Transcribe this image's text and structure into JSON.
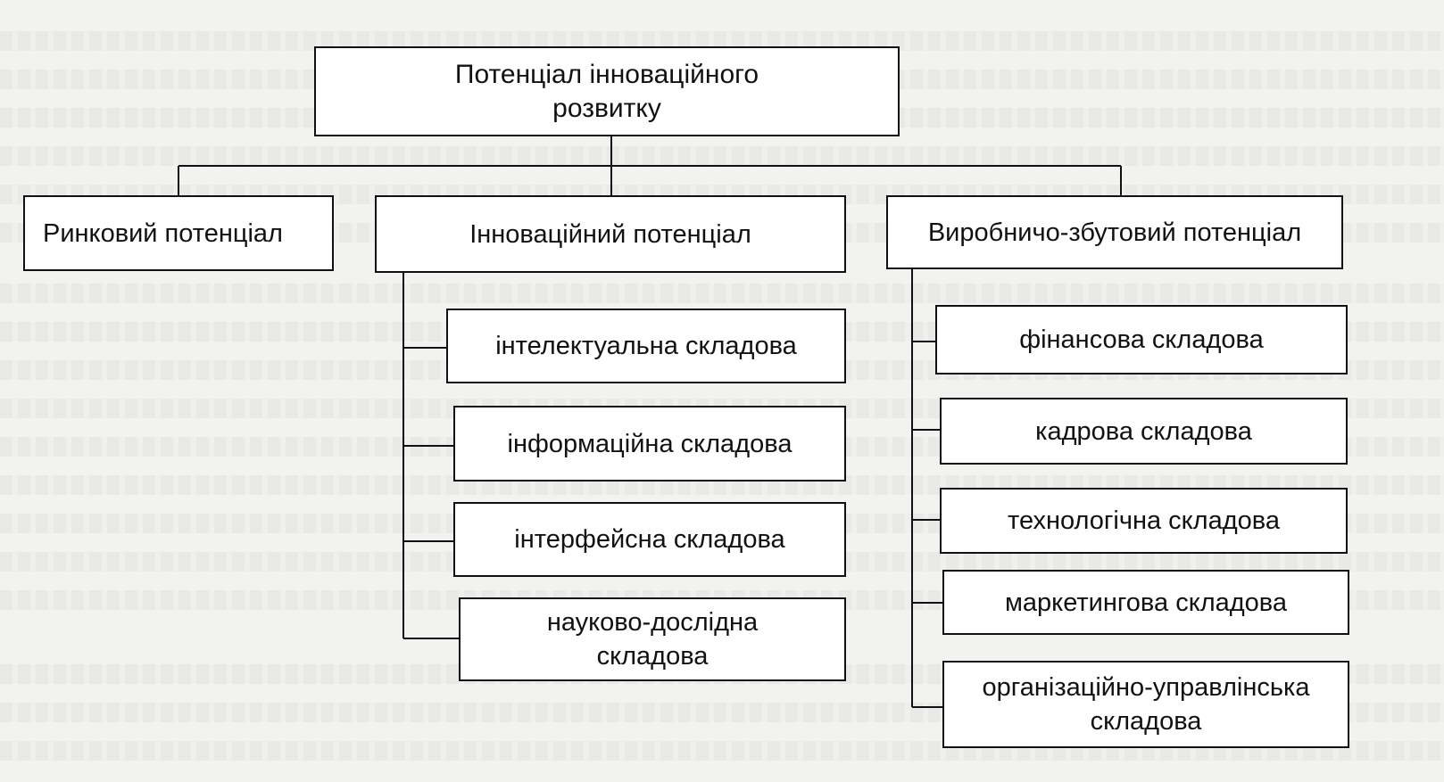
{
  "diagram": {
    "root": "Потенціал інноваційного розвитку",
    "branches": [
      {
        "label": "Ринковий потенціал",
        "children": []
      },
      {
        "label": "Інноваційний потенціал",
        "children": [
          "інтелектуальна складова",
          "інформаційна складова",
          "інтерфейсна складова",
          "науково-дослідна складова"
        ]
      },
      {
        "label": "Виробничо-збутовий потенціал",
        "children": [
          "фінансова складова",
          "кадрова складова",
          "технологічна складова",
          "маркетингова складова",
          "організаційно-управлінська складова"
        ]
      }
    ]
  },
  "colors": {
    "line": "#111111",
    "box_fill": "#ffffff",
    "page": "#f2f2f0"
  }
}
